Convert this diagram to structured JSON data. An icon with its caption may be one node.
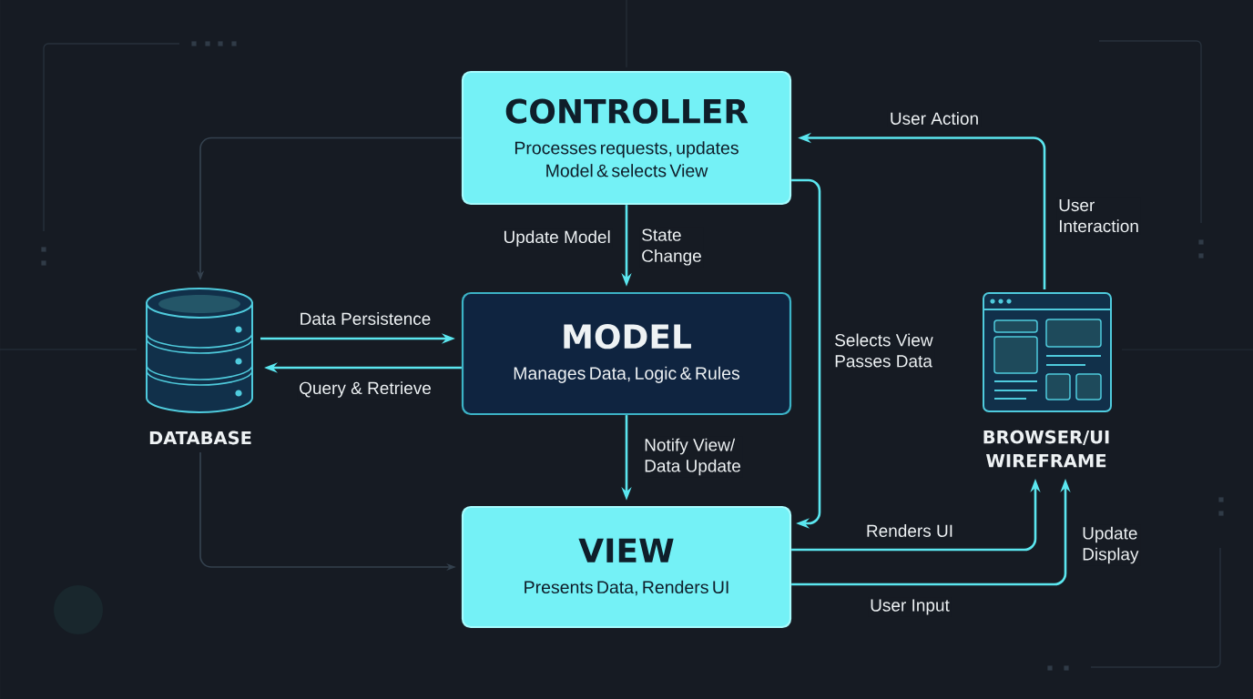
{
  "diagram": {
    "nodes": [
      {
        "text": [
          "CONTROLLER",
          "Processes requests, updates Model & selects View"
        ]
      },
      {
        "text": [
          "MODEL",
          "Manages Data, Logic & Rules"
        ]
      },
      {
        "text": [
          "VIEW",
          "Presents Data, Renders UI"
        ]
      },
      {
        "text": [
          "DATABASE"
        ]
      },
      {
        "text": [
          "BROWSER/UI WIREFRAME"
        ]
      }
    ],
    "edges": [
      {
        "from": 0,
        "to": 3,
        "arrow": "to",
        "color": "#34414e"
      },
      {
        "from": 0,
        "to": 1,
        "arrow": "to",
        "label": "Update Model"
      },
      {
        "from": 4,
        "to": 0,
        "arrow": "to",
        "label": "User Action"
      },
      {
        "from": 0,
        "to": 2,
        "arrow": "to",
        "label": "Selects View Passes Data"
      },
      {
        "from": 3,
        "to": 1,
        "arrow": "to",
        "label": "Data Persistence"
      },
      {
        "from": 1,
        "to": 3,
        "arrow": "to",
        "label": "Query & Retrieve"
      },
      {
        "from": 1,
        "to": 2,
        "arrow": "to",
        "label": "Notify View/ Data Update"
      },
      {
        "from": 2,
        "to": 4,
        "arrow": "to",
        "label": "Renders UI"
      },
      {
        "from": 2,
        "to": 4,
        "arrow": "to",
        "label": "Update Display"
      },
      {
        "from": 3,
        "to": 2,
        "arrow": "to",
        "color": "#34414e"
      }
    ],
    "labels": [
      "User Interaction",
      "State Change",
      "User Input"
    ]
  }
}
